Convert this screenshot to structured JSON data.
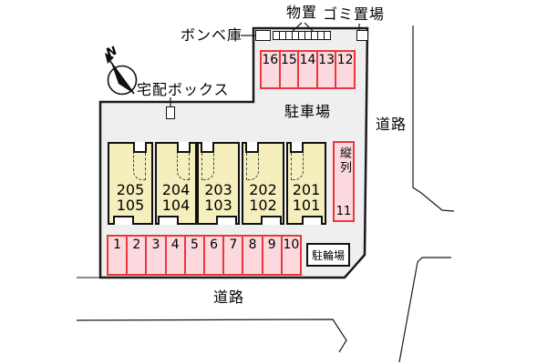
{
  "colors": {
    "parking_fill": "#fbd9df",
    "parking_border": "#e8383d",
    "building_fill": "#f5efbe",
    "site_fill": "#efefef",
    "line": "#1a1a1a"
  },
  "compass": {
    "north_label": "N"
  },
  "annotations": {
    "storage_shed": "物置",
    "garbage_area": "ゴミ置場",
    "gas_cylinder_storage": "ボンベ庫",
    "delivery_box": "宅配ボックス",
    "parking_lot": "駐車場",
    "bicycle_parking": "駐輪場",
    "road_right": "道路",
    "road_bottom": "道路"
  },
  "tandem_space": {
    "label": "縦列",
    "number": "11"
  },
  "upper_parking_spaces": [
    "16",
    "15",
    "14",
    "13",
    "12"
  ],
  "lower_parking_spaces": [
    "1",
    "2",
    "3",
    "4",
    "5",
    "6",
    "7",
    "8",
    "9",
    "10"
  ],
  "building_units": [
    {
      "upper": "205",
      "lower": "105"
    },
    {
      "upper": "204",
      "lower": "104"
    },
    {
      "upper": "203",
      "lower": "103"
    },
    {
      "upper": "202",
      "lower": "102"
    },
    {
      "upper": "201",
      "lower": "101"
    }
  ]
}
